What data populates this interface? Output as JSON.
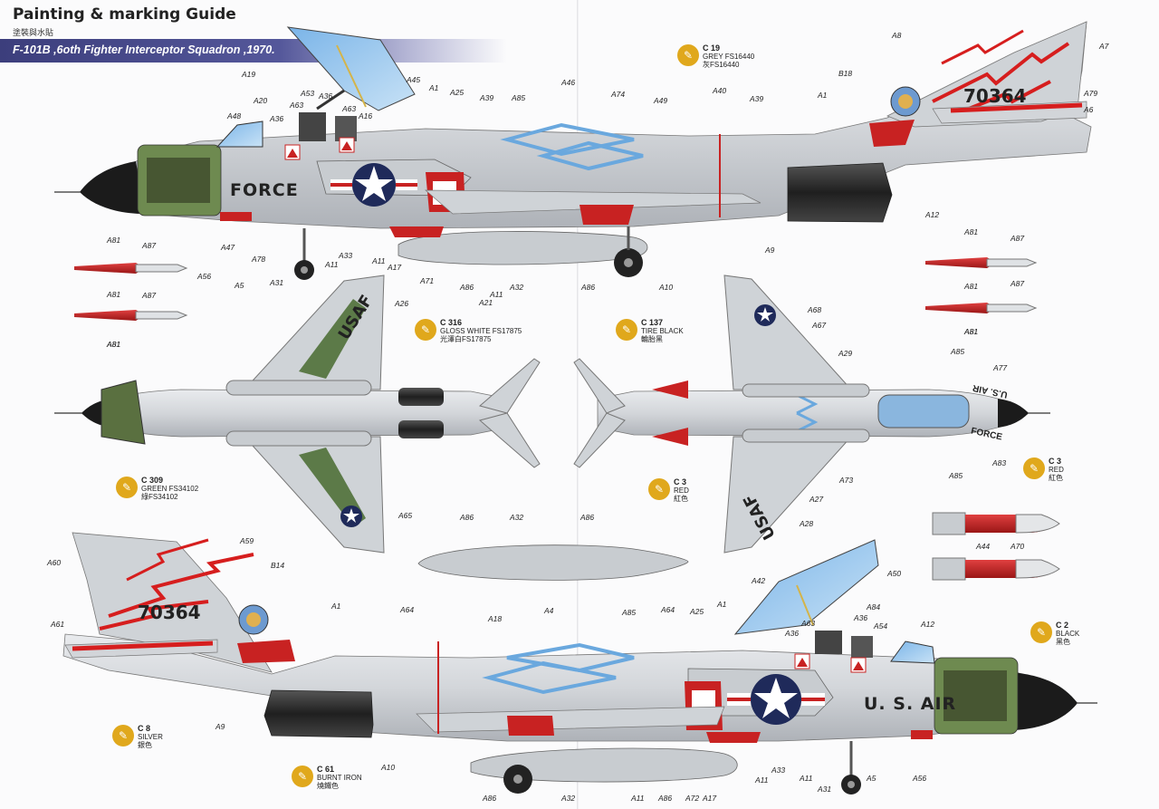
{
  "header": {
    "title": "Painting & marking Guide",
    "subtitle": "塗裝與水貼",
    "banner": "F-101B ,6oth Fighter Interceptor Squadron ,1970."
  },
  "markings": {
    "force": "FORCE",
    "usair": "U. S. AIR",
    "usaf": "USAF",
    "serial": "70364",
    "force_small": "FORCE",
    "usair_small": "U.S. AIR"
  },
  "paints": [
    {
      "code": "C 19",
      "name": "GREY FS16440",
      "local": "灰FS16440",
      "color": "#b8bcc0"
    },
    {
      "code": "C 316",
      "name": "GLOSS WHITE FS17875",
      "local": "光澤白FS17875",
      "color": "#f5f5f5"
    },
    {
      "code": "C 137",
      "name": "TIRE BLACK",
      "local": "輪胎黑",
      "color": "#222222"
    },
    {
      "code": "C 309",
      "name": "GREEN FS34102",
      "local": "綠FS34102",
      "color": "#52603e"
    },
    {
      "code": "C 3",
      "name": "RED",
      "local": "紅色",
      "color": "#c8202a"
    },
    {
      "code": "C 3",
      "name": "RED",
      "local": "紅色",
      "color": "#c8202a"
    },
    {
      "code": "C 2",
      "name": "BLACK",
      "local": "黑色",
      "color": "#111111"
    },
    {
      "code": "C 8",
      "name": "SILVER",
      "local": "銀色",
      "color": "#c8ccd0"
    },
    {
      "code": "C 61",
      "name": "BURNT IRON",
      "local": "燒鐵色",
      "color": "#3a3a3a"
    }
  ],
  "callouts": {
    "top": [
      "A8",
      "A7",
      "B18",
      "A79",
      "A6",
      "A19",
      "A45",
      "A1",
      "A25",
      "A39",
      "A85",
      "A46",
      "A74",
      "A49",
      "A40",
      "A39",
      "A1",
      "A20",
      "A53",
      "A36",
      "A63",
      "A16",
      "A48",
      "A36",
      "A63",
      "A12",
      "A9",
      "A47",
      "A78",
      "A31",
      "A33",
      "A11",
      "A11",
      "A17",
      "A71",
      "A21",
      "A11",
      "A32",
      "A86",
      "A86",
      "A10",
      "A56",
      "A5"
    ],
    "mid_left": [
      "A81",
      "A87",
      "A81",
      "A81",
      "A87",
      "A81",
      "A26",
      "A65"
    ],
    "mid_right": [
      "A81",
      "A87",
      "A81",
      "A81",
      "A87",
      "A81",
      "A68",
      "A67",
      "A29",
      "A85",
      "A77",
      "A83",
      "A85",
      "A73",
      "A27",
      "A28",
      "A44",
      "A70"
    ],
    "tank": [
      "A86",
      "A32",
      "A86"
    ],
    "bottom": [
      "A60",
      "A59",
      "B14",
      "A61",
      "A1",
      "A64",
      "A18",
      "A4",
      "A85",
      "A64",
      "A25",
      "A1",
      "A42",
      "A50",
      "A36",
      "A63",
      "A36",
      "A54",
      "A84",
      "A12",
      "A9",
      "A10",
      "A86",
      "A32",
      "A11",
      "A86",
      "A72",
      "A17",
      "A11",
      "A33",
      "A11",
      "A31",
      "A5",
      "A56"
    ]
  }
}
